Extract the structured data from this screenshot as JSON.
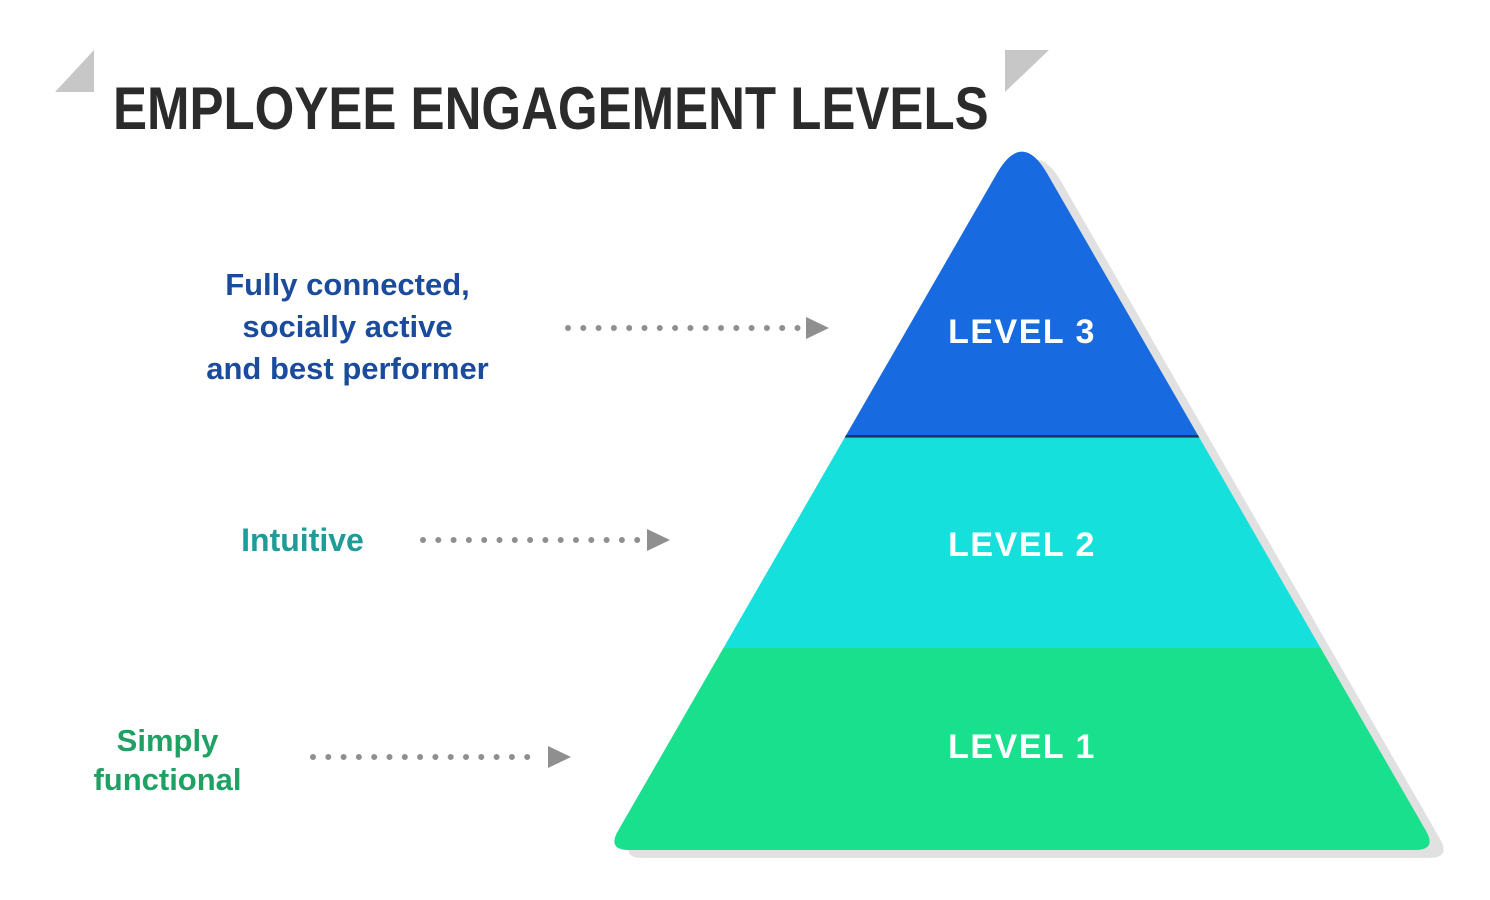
{
  "header": {
    "title": "EMPLOYEE ENGAGEMENT LEVELS",
    "title_color": "#2b2b2b",
    "accent_triangle_color": "#c7c7c7"
  },
  "pyramid": {
    "shadow_color": "#e1e1e1",
    "divider_line_color": "#16395f",
    "label_color": "#ffffff",
    "levels": [
      {
        "label": "LEVEL 3",
        "color": "#176ae0",
        "annotation": {
          "lines": [
            "Fully connected,",
            "socially active",
            "and best performer"
          ],
          "color": "#1a4b9c"
        }
      },
      {
        "label": "LEVEL 2",
        "color": "#16e0dc",
        "annotation": {
          "lines": [
            "Intuitive"
          ],
          "color": "#1e9c9a"
        }
      },
      {
        "label": "LEVEL 1",
        "color": "#19e08c",
        "annotation": {
          "lines": [
            "Simply",
            "functional"
          ],
          "color": "#1fa164"
        }
      }
    ]
  },
  "arrows": {
    "color": "#8f8f8f",
    "style": "dotted"
  }
}
